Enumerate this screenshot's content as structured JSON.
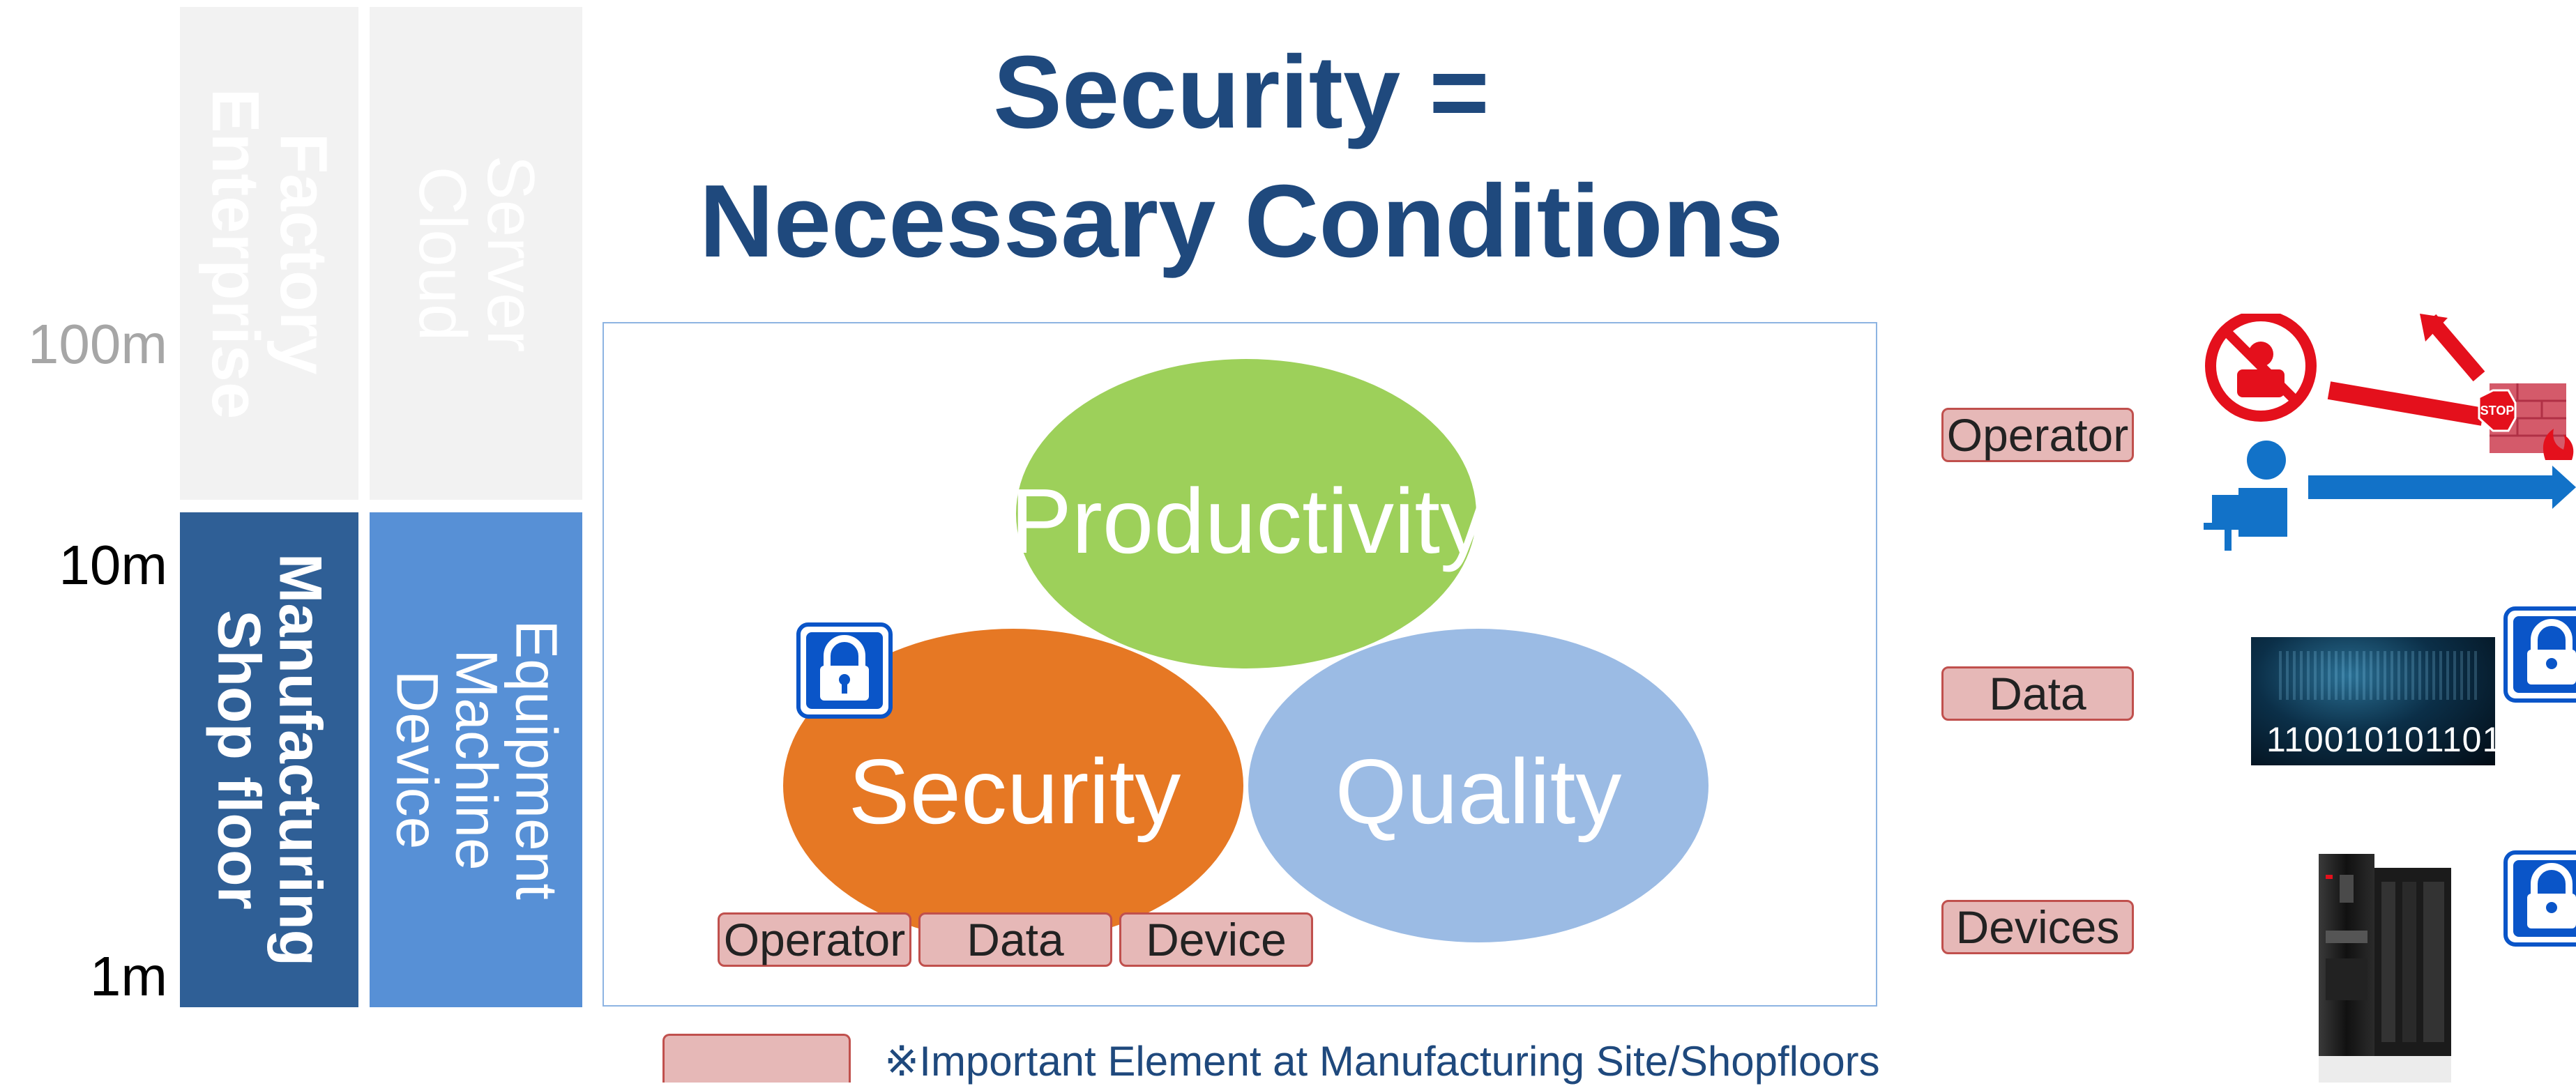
{
  "scale": {
    "high": "100m",
    "mid": "10m",
    "low": "1m"
  },
  "columns": {
    "factory_enterprise": [
      "Factory",
      "Enterprise"
    ],
    "server_cloud": [
      "Server",
      "Cloud"
    ],
    "manufacturing_shopfloor": [
      "Manufacturing",
      "Shop floor"
    ],
    "equipment_machine_device": [
      "Equipment",
      "Machine",
      "Device"
    ]
  },
  "title": {
    "line1": "Security =",
    "line2": "Necessary Conditions"
  },
  "venn": {
    "top": "Productivity",
    "left": "Security",
    "right": "Quality"
  },
  "bottom_tags": [
    "Operator",
    "Data",
    "Device"
  ],
  "legend_note": "※Important Element at Manufacturing Site/Shopfloors",
  "right_panel": {
    "tags": [
      "Operator",
      "Data",
      "Devices"
    ],
    "binary_text": "110010101101",
    "stop_sign_text": "STOP"
  },
  "colors": {
    "title": "#1f497d",
    "faded_column": "#f2f2f2",
    "faded_text": "#ffffff",
    "manufacturing_column": "#2f5f96",
    "equipment_column": "#5790d6",
    "productivity": "#9dd05a",
    "security": "#e67824",
    "quality": "#9bbbe4",
    "tag_fill": "#e6b8b7",
    "tag_border": "#c0504d",
    "lock_blue": "#0a55c8",
    "arrow_blue": "#1272c8",
    "prohibit_red": "#e4101c"
  },
  "icons": [
    "lock-icon",
    "prohibited-operator-icon",
    "firewall-stop-icon",
    "operator-icon",
    "forward-arrow-icon",
    "binary-data-image",
    "device-hardware-image"
  ]
}
